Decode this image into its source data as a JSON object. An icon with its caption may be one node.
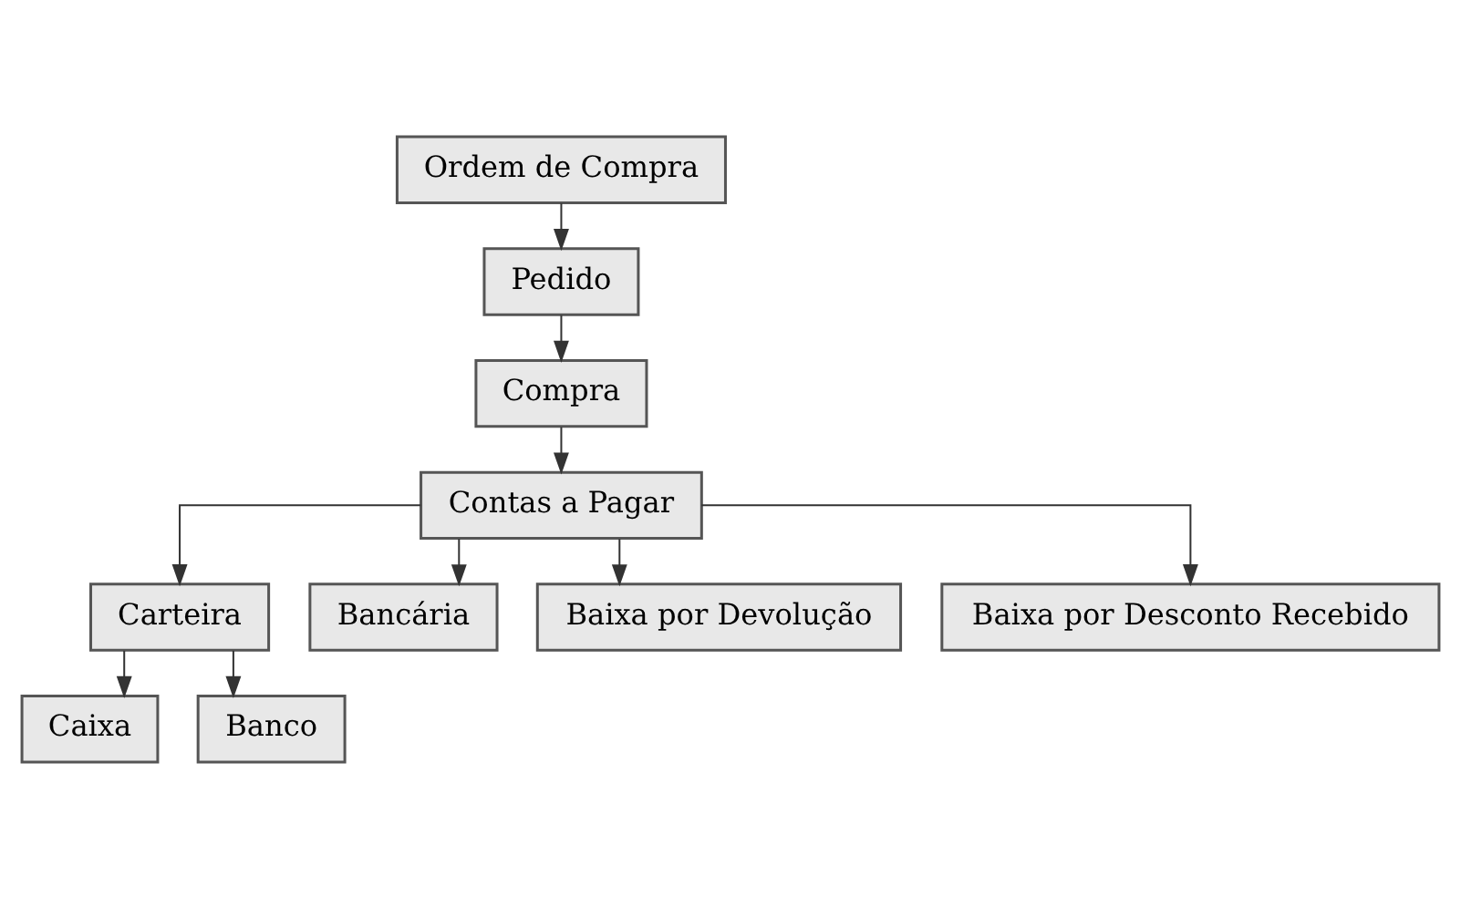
{
  "diagram": {
    "nodes": [
      {
        "text": [
          "Ordem de Compra"
        ]
      },
      {
        "text": [
          "Pedido"
        ]
      },
      {
        "text": [
          "Compra"
        ]
      },
      {
        "text": [
          "Contas a Pagar"
        ]
      },
      {
        "text": [
          "Carteira"
        ]
      },
      {
        "text": [
          "Bancária"
        ]
      },
      {
        "text": [
          "Baixa por Devolução"
        ]
      },
      {
        "text": [
          "Baixa por Desconto Recebido"
        ]
      },
      {
        "text": [
          "Caixa"
        ]
      },
      {
        "text": [
          "Banco"
        ]
      }
    ],
    "edges": [
      {
        "from": 0,
        "to": 1,
        "arrow": "to"
      },
      {
        "from": 1,
        "to": 2,
        "arrow": "to"
      },
      {
        "from": 2,
        "to": 3,
        "arrow": "to"
      },
      {
        "from": 3,
        "to": 4,
        "arrow": "to"
      },
      {
        "from": 3,
        "to": 5,
        "arrow": "to"
      },
      {
        "from": 3,
        "to": 6,
        "arrow": "to"
      },
      {
        "from": 3,
        "to": 7,
        "arrow": "to"
      },
      {
        "from": 4,
        "to": 8,
        "arrow": "to"
      },
      {
        "from": 4,
        "to": 9,
        "arrow": "to"
      }
    ]
  }
}
